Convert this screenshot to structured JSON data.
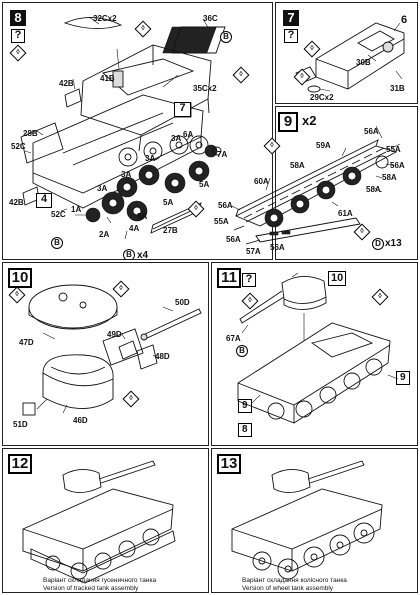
{
  "steps": {
    "s8": {
      "number": "8",
      "callouts": {
        "c32": "32Cx2",
        "c36": "36C",
        "c41": "41B",
        "c42": "42B",
        "c35": "35Cx2",
        "c28": "28B",
        "c52": "52C",
        "c6a": "6A",
        "c7a": "7A",
        "c3a1": "3A",
        "c3a2": "3A",
        "c3a3": "3A",
        "c3a4": "3A",
        "c5a1": "5A",
        "c5a2": "5A",
        "c5a3": "5A",
        "c4": "4",
        "c42b": "42B",
        "c52c": "52C",
        "c1a": "1A",
        "c2a": "2A",
        "c4a": "4A",
        "c27": "27B",
        "c7ref": "7",
        "bx4": "x4"
      },
      "markers": {
        "q": "?",
        "b1": "B",
        "b2": "B",
        "b3": "B"
      }
    },
    "s7": {
      "number": "7",
      "callouts": {
        "c6": "6",
        "c30": "30B",
        "c29": "29Cx2",
        "c31": "31B"
      },
      "markers": {
        "q": "?"
      }
    },
    "s9": {
      "number": "9",
      "multiplier": "x2",
      "callouts": {
        "c59": "59A",
        "c56a": "56A",
        "c55a": "55A",
        "c56b": "56A",
        "c58a": "58A",
        "c58b": "58A",
        "c60": "60A",
        "c56c": "56A",
        "c58c": "58A",
        "c55b": "55A",
        "c61": "61A",
        "c56d": "56A",
        "c57": "57A",
        "c56e": "56A",
        "cd": "D",
        "x13": "x13"
      }
    },
    "s10": {
      "number": "10",
      "callouts": {
        "c50": "50D",
        "c47": "47D",
        "c49": "49D",
        "c48": "48D",
        "c51": "51D",
        "c46": "46D"
      }
    },
    "s11": {
      "number": "11",
      "callouts": {
        "c10": "10",
        "c67": "67A",
        "c9a": "9",
        "c9b": "9",
        "c8": "8"
      },
      "markers": {
        "q": "?",
        "b": "B"
      }
    },
    "s12": {
      "number": "12",
      "caption_ua": "Варіант складання гусеничного танка",
      "caption_en": "Version of tracked tank assembly"
    },
    "s13": {
      "number": "13",
      "caption_ua": "Варіант складання колісного танка",
      "caption_en": "Version of wheel tank assembly"
    }
  }
}
